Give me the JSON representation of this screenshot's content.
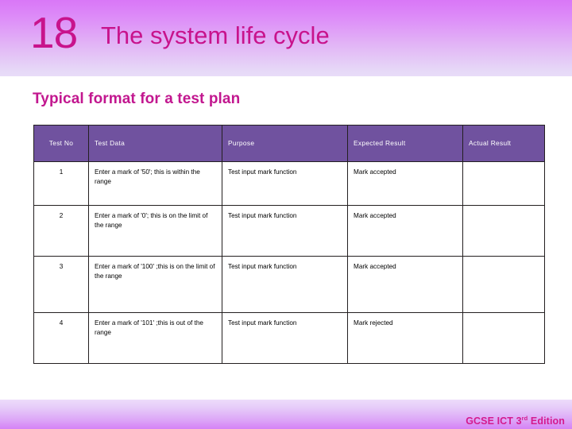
{
  "header": {
    "chapter_number": "18",
    "title": "The system life cycle",
    "gradient_top_color": "#d977f7",
    "gradient_bottom_color": "#e8dcf8",
    "text_color": "#c8138c"
  },
  "sub_heading": {
    "text": "Typical format for a test plan",
    "color": "#c2178f"
  },
  "table": {
    "header_bg_color": "#70529f",
    "header_text_color": "#ffffff",
    "border_color": "#231f20",
    "columns": [
      "Test No",
      "Test Data",
      "Purpose",
      "Expected Result",
      "Actual Result"
    ],
    "rows": [
      {
        "test_no": "1",
        "test_data": "Enter a mark of '50'; this is within the range",
        "purpose": "Test input mark function",
        "expected_result": "Mark accepted",
        "actual_result": ""
      },
      {
        "test_no": "2",
        "test_data": "Enter a mark of '0'; this is on the limit of the range",
        "purpose": "Test input mark function",
        "expected_result": "Mark accepted",
        "actual_result": ""
      },
      {
        "test_no": "3",
        "test_data": "Enter a mark of '100' ;this is on the limit of the range",
        "purpose": "Test input mark function",
        "expected_result": "Mark accepted",
        "actual_result": ""
      },
      {
        "test_no": "4",
        "test_data": "Enter a mark of '101' ;this is out of the range",
        "purpose": "Test input mark function",
        "expected_result": "Mark rejected",
        "actual_result": ""
      }
    ]
  },
  "footer": {
    "text_main": "GCSE ICT 3",
    "text_sup": "rd",
    "text_tail": " Edition",
    "color": "#d41a8e"
  }
}
